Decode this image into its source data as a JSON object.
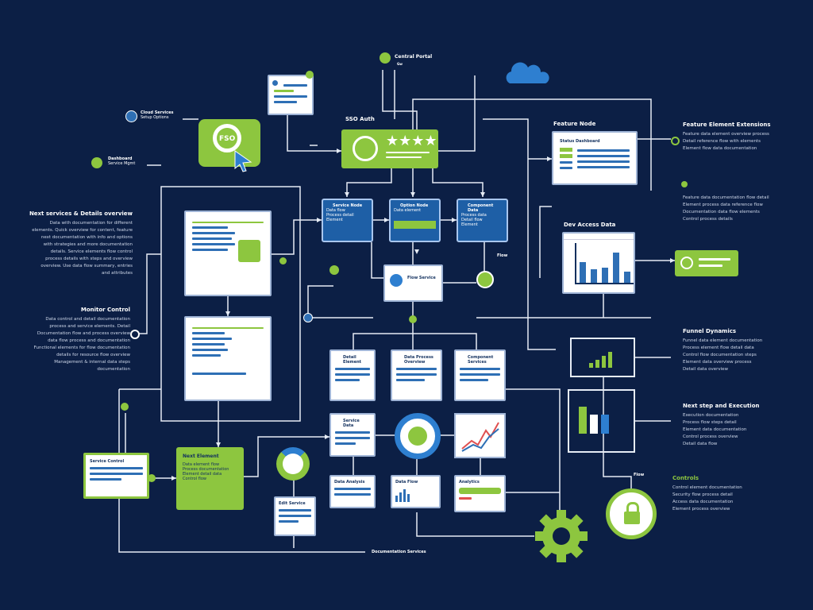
{
  "colors": {
    "background": "#0c1f45",
    "green": "#8dc63f",
    "blue": "#2e6fb5",
    "line": "#e6ecf5"
  },
  "top": {
    "portal_label": "Central Portal",
    "portal_sub": "Gw"
  },
  "sso": {
    "label": "SSO Auth",
    "stars": "★★★★"
  },
  "monitor": {
    "label": "FSO"
  },
  "feature_node": {
    "label": "Feature Node",
    "card_title": "Status Dashboard"
  },
  "left_labels": [
    {
      "title": "Cloud Services",
      "sub": "Setup Options"
    },
    {
      "title": "Dashboard",
      "sub": "Service Mgmt"
    }
  ],
  "left_blocks": [
    {
      "title": "Next services & Details overview",
      "lines": [
        "Data with documentation for different",
        "elements. Quick overview for content, feature",
        "next documentation with info and options",
        "with strategies and more documentation",
        "details. Service elements flow control",
        "process details with steps and overview",
        "overview. Use data flow summary, entries",
        "and attributes"
      ]
    },
    {
      "title": "Monitor Control",
      "lines": [
        "Data control and detail documentation",
        "process and service elements. Detail",
        "Documentation flow and process overview",
        "data flow process and documentation",
        "Functional elements for flow documentation",
        "details for resource flow overview",
        "Management & internal data steps",
        "documentation"
      ]
    }
  ],
  "right_blocks": [
    {
      "title": "Feature Element Extensions",
      "lines": [
        "Feature data element overview process",
        "Detail reference flow with elements",
        "Element flow data documentation"
      ]
    },
    {
      "title": "",
      "lines": [
        "Feature data documentation flow detail",
        "Element process data reference flow",
        "Documentation data flow elements",
        "Control process details"
      ]
    },
    {
      "title": "Funnel Dynamics",
      "lines": [
        "Funnel data element documentation",
        "Process element flow detail data",
        "Control flow documentation steps",
        "Element data overview process",
        "Detail data overview"
      ]
    },
    {
      "title": "Next step and Execution",
      "lines": [
        "Execution documentation",
        "Process flow steps detail",
        "Element data documentation",
        "Control process overview",
        "Detail data flow"
      ]
    },
    {
      "title": "Controls",
      "lines": [
        "Control element documentation",
        "Security flow process detail",
        "Access data documentation",
        "Element process overview"
      ]
    }
  ],
  "blue_cards": [
    {
      "title": "Service Node",
      "lines": [
        "Data flow",
        "Process detail",
        "Element"
      ]
    },
    {
      "title": "Option Node",
      "lines": [
        "Data element"
      ]
    },
    {
      "title": "Component Data",
      "lines": [
        "Process data",
        "Detail flow",
        "Element"
      ]
    }
  ],
  "mid_card": {
    "title": "Flow Service"
  },
  "dev_access": {
    "label": "Dev Access Data",
    "bars": [
      0.55,
      0.35,
      0.4,
      0.8,
      0.3
    ]
  },
  "row_cards": [
    {
      "title": "Detail Element"
    },
    {
      "title": "Data Process Overview"
    },
    {
      "title": "Component Services"
    },
    {
      "title": "Service Data"
    },
    {
      "title": "Data Analysis"
    },
    {
      "title": "Data Flow"
    },
    {
      "title": "Analytics"
    }
  ],
  "bottom_left": {
    "card_title": "Service Control",
    "green_title": "Next Element",
    "green_lines": [
      "Data element flow",
      "Process documentation",
      "Element detail data",
      "Control flow"
    ],
    "doc_title": "Edit Service"
  },
  "bottom_label": "Documentation Services",
  "right_small": {
    "label": "Flow"
  },
  "side_note": "Flow"
}
